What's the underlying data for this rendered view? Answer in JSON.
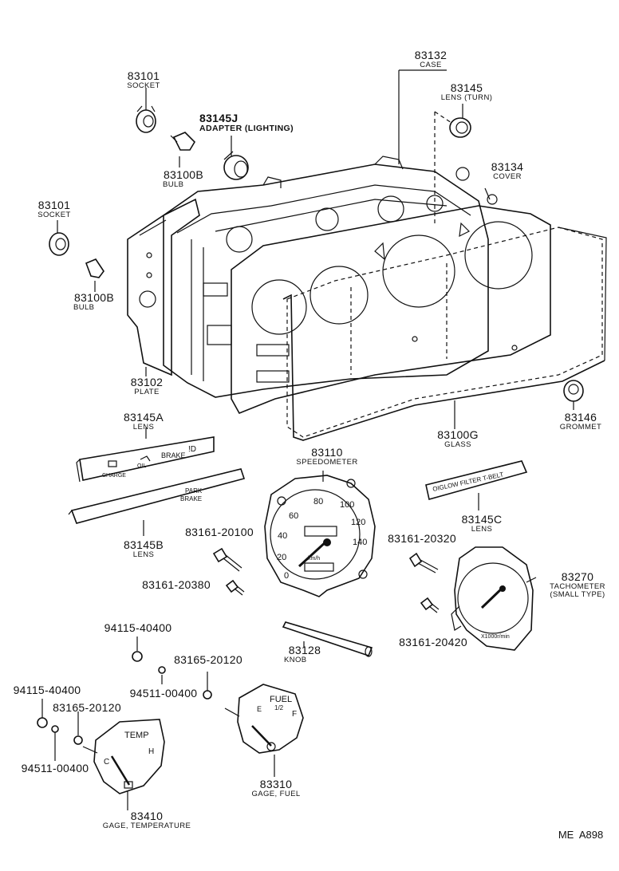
{
  "diagram": {
    "code": "ME  A898",
    "parts": [
      {
        "id": "p83132",
        "number": "83132",
        "name": "CASE"
      },
      {
        "id": "p83145",
        "number": "83145",
        "name": "LENS (TURN)"
      },
      {
        "id": "p83101a",
        "number": "83101",
        "name": "SOCKET"
      },
      {
        "id": "p83145J",
        "number": "83145J",
        "name": "ADAPTER (LIGHTING)"
      },
      {
        "id": "p83100Ba",
        "number": "83100B",
        "name": "BULB"
      },
      {
        "id": "p83134",
        "number": "83134",
        "name": "COVER"
      },
      {
        "id": "p83101b",
        "number": "83101",
        "name": "SOCKET"
      },
      {
        "id": "p83100Bb",
        "number": "83100B",
        "name": "BULB"
      },
      {
        "id": "p83102",
        "number": "83102",
        "name": "PLATE"
      },
      {
        "id": "p83146",
        "number": "83146",
        "name": "GROMMET"
      },
      {
        "id": "p83145A",
        "number": "83145A",
        "name": "LENS"
      },
      {
        "id": "p83100G",
        "number": "83100G",
        "name": "GLASS"
      },
      {
        "id": "p83110",
        "number": "83110",
        "name": "SPEEDOMETER"
      },
      {
        "id": "p83145C",
        "number": "83145C",
        "name": "LENS"
      },
      {
        "id": "p83145B",
        "number": "83145B",
        "name": "LENS"
      },
      {
        "id": "p83161_20100",
        "number": "83161-20100",
        "name": ""
      },
      {
        "id": "p83161_20320",
        "number": "83161-20320",
        "name": ""
      },
      {
        "id": "p83270",
        "number": "83270",
        "name": "TACHOMETER"
      },
      {
        "id": "p83270b",
        "number": "",
        "name": "(SMALL TYPE)"
      },
      {
        "id": "p83161_20380",
        "number": "83161-20380",
        "name": ""
      },
      {
        "id": "p94115a",
        "number": "94115-40400",
        "name": ""
      },
      {
        "id": "p83128",
        "number": "83128",
        "name": "KNOB"
      },
      {
        "id": "p83161_20420",
        "number": "83161-20420",
        "name": ""
      },
      {
        "id": "p83165a",
        "number": "83165-20120",
        "name": ""
      },
      {
        "id": "p94511a",
        "number": "94511-00400",
        "name": ""
      },
      {
        "id": "p94115b",
        "number": "94115-40400",
        "name": ""
      },
      {
        "id": "p83165b",
        "number": "83165-20120",
        "name": ""
      },
      {
        "id": "p94511b",
        "number": "94511-00400",
        "name": ""
      },
      {
        "id": "p83310",
        "number": "83310",
        "name": "GAGE, FUEL"
      },
      {
        "id": "p83410",
        "number": "83410",
        "name": "GAGE, TEMPERATURE"
      }
    ],
    "lens_a_texts": {
      "charge": "CHARGE",
      "oil": "OIL",
      "brake": "BRAKE",
      "indicator": "!D"
    },
    "lens_b_text": {
      "line1": "PARK",
      "line2": "BRAKE"
    },
    "lens_c_text": "OIGLOW FILTER T-BELT",
    "speedo": {
      "scale": [
        "0",
        "20",
        "40",
        "60",
        "80",
        "100",
        "120",
        "140"
      ],
      "unit": "km/h"
    },
    "tach": {
      "unit": "X1000r/min"
    },
    "fuel_gauge": {
      "title": "FUEL",
      "empty": "E",
      "half": "1/2",
      "full": "F"
    },
    "temp_gauge": {
      "title": "TEMP",
      "cold": "C",
      "hot": "H"
    }
  }
}
